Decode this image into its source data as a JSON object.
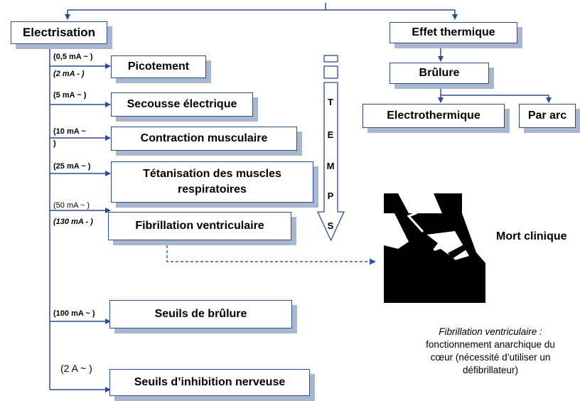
{
  "left_branch": {
    "root": "Electrisation",
    "items": [
      {
        "label_lines": [
          "(0,5 mA ~ )",
          "(2 mA - )"
        ],
        "box": "Picotement"
      },
      {
        "label_lines": [
          "(5 mA ~ )"
        ],
        "box": "Secousse électrique"
      },
      {
        "label_lines": [
          "(10 mA ~",
          ")"
        ],
        "box": "Contraction musculaire"
      },
      {
        "label_lines": [
          "(25 mA ~ )"
        ],
        "box_lines": [
          "Tétanisation  des muscles",
          "respiratoires"
        ]
      },
      {
        "label_lines": [
          "(50 mA ~ )",
          "(130 mA - )"
        ],
        "box": "Fibrillation ventriculaire"
      },
      {
        "label_lines": [
          "(100 mA ~ )"
        ],
        "box": "Seuils de brûlure"
      },
      {
        "label_lines": [
          "(2 A ~ )"
        ],
        "box": "Seuils d’inhibition  nerveuse"
      }
    ]
  },
  "right_branch": {
    "root": "Effet thermique",
    "child": "Brûlure",
    "leaves": [
      "Electrothermique",
      "Par arc"
    ]
  },
  "temps_letters": [
    "T",
    "E",
    "M",
    "P",
    "S"
  ],
  "mort_clinique": "Mort clinique",
  "caption": {
    "title": "Fibrillation ventriculaire :",
    "lines": [
      "fonctionnement anarchique du",
      "cœur (nécessité d’utiliser un",
      "défibrillateur)"
    ]
  },
  "colors": {
    "arrow": "#2e4c8a",
    "border": "#2e4c8a",
    "shadow": "#a9b6d0",
    "dashed": "#2f56b4"
  }
}
